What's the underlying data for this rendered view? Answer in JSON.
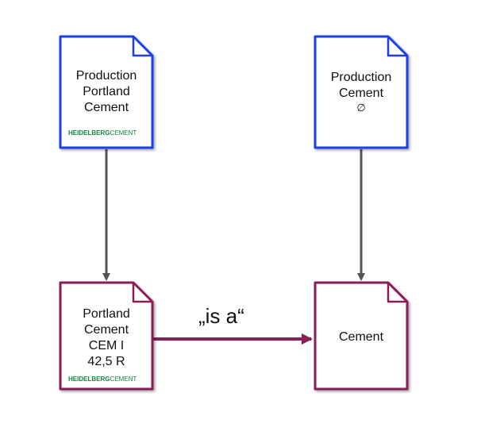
{
  "nodes": {
    "production_portland": {
      "lines": [
        "Production",
        "Portland",
        "Cement"
      ],
      "logo": {
        "bold": "HEIDELBERG",
        "regular": "CEMENT"
      }
    },
    "production_cement": {
      "lines": [
        "Production",
        "Cement",
        "∅"
      ]
    },
    "portland_cement": {
      "lines": [
        "Portland",
        "Cement",
        "CEM I",
        "42,5 R"
      ],
      "logo": {
        "bold": "HEIDELBERG",
        "regular": "CEMENT"
      }
    },
    "cement": {
      "lines": [
        "Cement"
      ]
    }
  },
  "edges": {
    "is_a_label": "„is a“"
  },
  "colors": {
    "process_border": "#1f3fe6",
    "concept_border": "#8a1f56",
    "arrow_gray": "#555555",
    "arrow_purple": "#8a1f56",
    "logo_green": "#0b8a3a"
  }
}
